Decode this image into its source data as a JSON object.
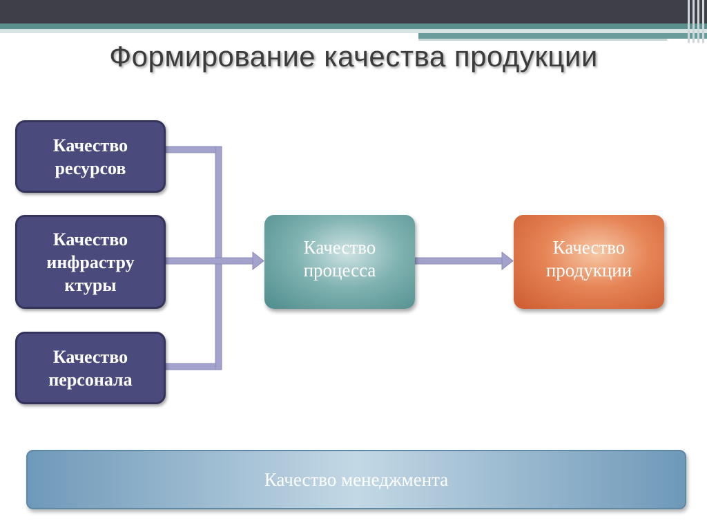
{
  "title": "Формирование качества продукции",
  "inputs": [
    {
      "lines": [
        "Качество",
        "ресурсов"
      ]
    },
    {
      "lines": [
        "Качество",
        "инфрастру",
        "ктуры"
      ]
    },
    {
      "lines": [
        "Качество",
        "персонала"
      ]
    }
  ],
  "process": {
    "lines": [
      "Качество",
      "процесса"
    ]
  },
  "product": {
    "lines": [
      "Качество",
      "продукции"
    ]
  },
  "management": "Качество менеджмента",
  "colors": {
    "input_box": "#4a4a7c",
    "process_box": "#4e8c8c",
    "product_box": "#cc5b2f",
    "management_bar": "#6f99b9",
    "connector": "#a2a2cc",
    "header_dark": "#3e3f48",
    "header_teal": "#5a8f8e"
  }
}
